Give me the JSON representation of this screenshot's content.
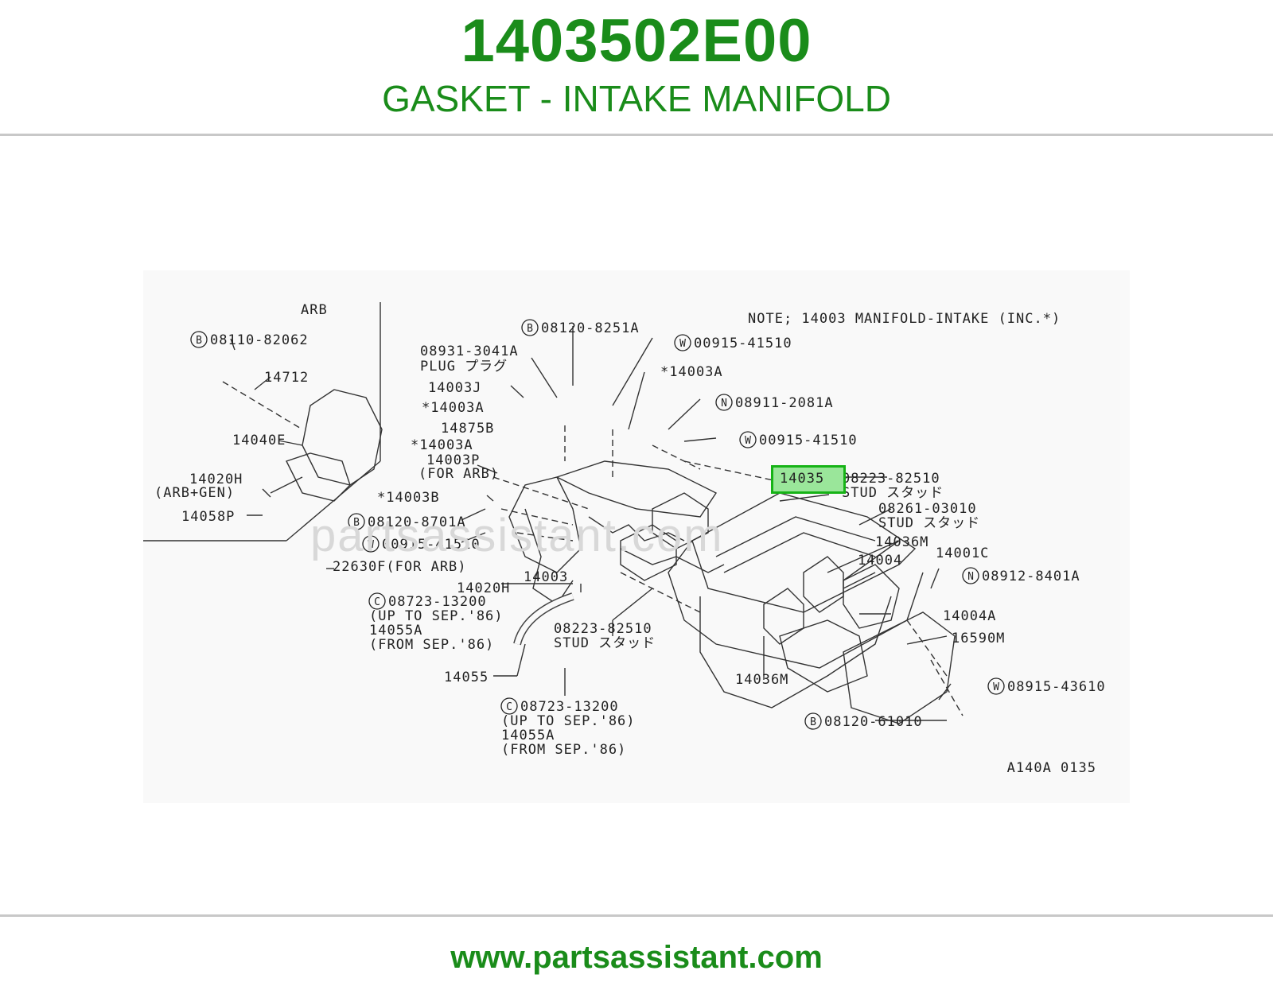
{
  "header": {
    "part_number": "1403502E00",
    "part_name": "GASKET - INTAKE MANIFOLD"
  },
  "footer": {
    "url": "www.partsassistant.com"
  },
  "watermark": "partsassistant.com",
  "highlight": {
    "label": "14035"
  },
  "diagram": {
    "section_label": "ARB",
    "note": "NOTE; 14003 MANIFOLD-INTAKE (INC.*)",
    "ref_code": "A140A 0135",
    "labels": [
      {
        "circle": "B",
        "text": "08110-82062"
      },
      {
        "circle": "",
        "text": "14712"
      },
      {
        "circle": "",
        "text": "14040E"
      },
      {
        "circle": "",
        "text": "14020H"
      },
      {
        "circle": "",
        "text": "(ARB+GEN)"
      },
      {
        "circle": "",
        "text": "14058P"
      },
      {
        "circle": "B",
        "text": "08120-8251A"
      },
      {
        "circle": "W",
        "text": "00915-41510"
      },
      {
        "circle": "",
        "text": "08931-3041A"
      },
      {
        "circle": "",
        "text": "PLUG プラグ"
      },
      {
        "circle": "",
        "text": "*14003A"
      },
      {
        "circle": "",
        "text": "14003J"
      },
      {
        "circle": "",
        "text": "*14003A"
      },
      {
        "circle": "N",
        "text": "08911-2081A"
      },
      {
        "circle": "",
        "text": "14875B"
      },
      {
        "circle": "",
        "text": "*14003A"
      },
      {
        "circle": "W",
        "text": "00915-41510"
      },
      {
        "circle": "",
        "text": "14003P"
      },
      {
        "circle": "",
        "text": "(FOR ARB)"
      },
      {
        "circle": "",
        "text": "08223-82510"
      },
      {
        "circle": "",
        "text": "STUD スタッド"
      },
      {
        "circle": "",
        "text": "*14003B"
      },
      {
        "circle": "",
        "text": "08261-03010"
      },
      {
        "circle": "",
        "text": "STUD スタッド"
      },
      {
        "circle": "B",
        "text": "08120-8701A"
      },
      {
        "circle": "",
        "text": "14036M"
      },
      {
        "circle": "W",
        "text": "00915-41510"
      },
      {
        "circle": "",
        "text": "14001C"
      },
      {
        "circle": "",
        "text": "14004"
      },
      {
        "circle": "",
        "text": "22630F(FOR ARB)"
      },
      {
        "circle": "N",
        "text": "08912-8401A"
      },
      {
        "circle": "",
        "text": "14003"
      },
      {
        "circle": "",
        "text": "14020H"
      },
      {
        "circle": "C",
        "text": "08723-13200"
      },
      {
        "circle": "",
        "text": "(UP TO SEP.'86)"
      },
      {
        "circle": "",
        "text": "14055A"
      },
      {
        "circle": "",
        "text": "(FROM SEP.'86)"
      },
      {
        "circle": "",
        "text": "14004A"
      },
      {
        "circle": "",
        "text": "08223-82510"
      },
      {
        "circle": "",
        "text": "STUD スタッド"
      },
      {
        "circle": "",
        "text": "16590M"
      },
      {
        "circle": "",
        "text": "14055"
      },
      {
        "circle": "",
        "text": "14036M"
      },
      {
        "circle": "W",
        "text": "08915-43610"
      },
      {
        "circle": "C",
        "text": "08723-13200"
      },
      {
        "circle": "",
        "text": "(UP TO SEP.'86)"
      },
      {
        "circle": "",
        "text": "14055A"
      },
      {
        "circle": "",
        "text": "(FROM SEP.'86)"
      },
      {
        "circle": "B",
        "text": "08120-61010"
      }
    ]
  }
}
